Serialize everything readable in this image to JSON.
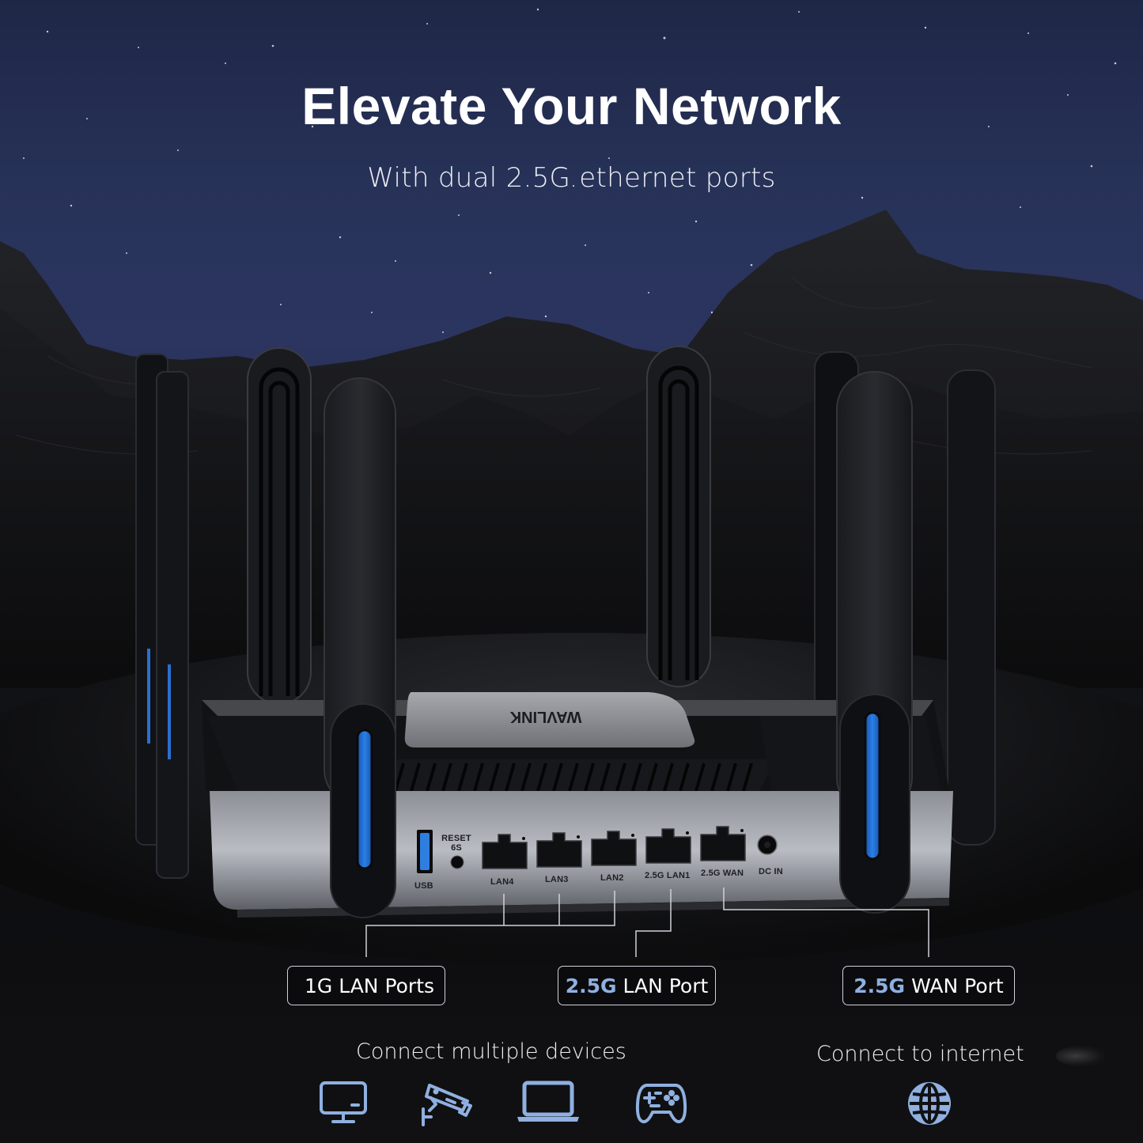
{
  "hero": {
    "title": "Elevate Your Network",
    "subtitle": "With dual 2.5G ethernet ports"
  },
  "router": {
    "brand_logo": "WAVLINK",
    "ports": [
      {
        "label": "USB"
      },
      {
        "label": "RESET 6S"
      },
      {
        "label": "LAN4"
      },
      {
        "label": "LAN3"
      },
      {
        "label": "LAN2"
      },
      {
        "label": "2.5G LAN1"
      },
      {
        "label": "2.5G WAN"
      },
      {
        "label": "DC IN"
      }
    ],
    "reset_line1": "RESET",
    "reset_line2": "6S"
  },
  "callouts": [
    {
      "highlight": "",
      "text": "1G LAN Ports"
    },
    {
      "highlight": "2.5G",
      "text": "LAN Port"
    },
    {
      "highlight": "2.5G",
      "text": "WAN Port"
    }
  ],
  "sections": {
    "devices": {
      "title": "Connect multiple devices",
      "icons": [
        "monitor-icon",
        "security-camera-icon",
        "laptop-icon",
        "gamepad-icon"
      ]
    },
    "internet": {
      "title": "Connect to internet",
      "icons": [
        "globe-icon"
      ]
    }
  },
  "colors": {
    "accent_blue": "#8fb0e0",
    "led_blue": "#1f6fd6",
    "sky": "#28335a",
    "background": "#0c0c0e"
  }
}
